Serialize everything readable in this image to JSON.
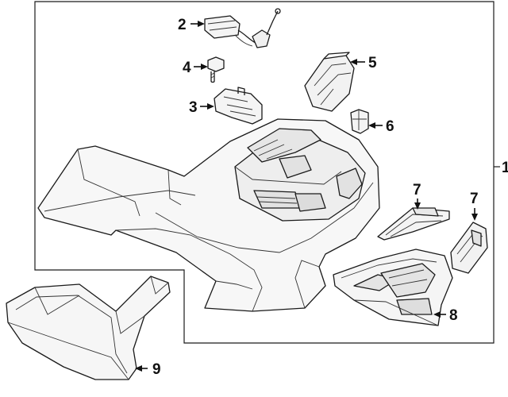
{
  "callouts": {
    "c1": "1",
    "c2": "2",
    "c3": "3",
    "c4": "4",
    "c5": "5",
    "c6": "6",
    "c7a": "7",
    "c7b": "7",
    "c8": "8",
    "c9": "9"
  },
  "colors": {
    "line": "#1a1a1a",
    "part_fill": "#f7f7f7",
    "shade_fill": "#e6e6e6",
    "background": "#ffffff"
  }
}
